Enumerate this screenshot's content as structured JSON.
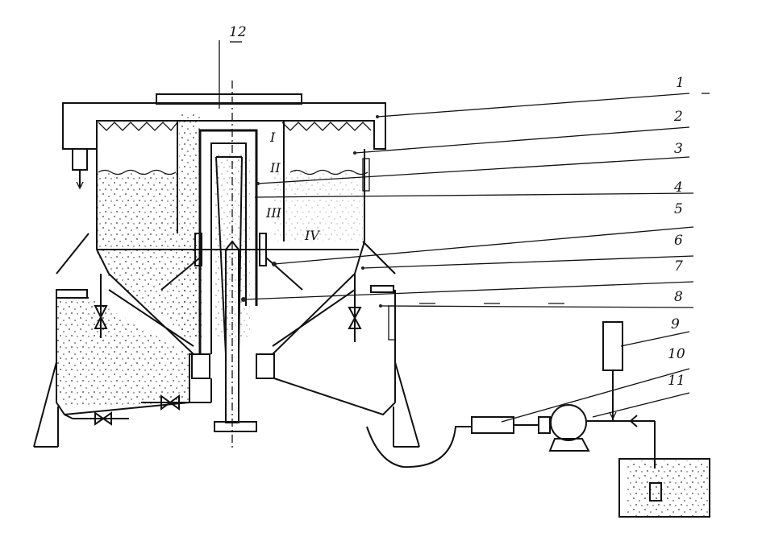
{
  "leader_labels": [
    "1",
    "2",
    "3",
    "4",
    "5",
    "6",
    "7",
    "8",
    "9",
    "10",
    "11"
  ],
  "top_label": "12",
  "zone_labels": [
    "I",
    "II",
    "III",
    "IV"
  ]
}
